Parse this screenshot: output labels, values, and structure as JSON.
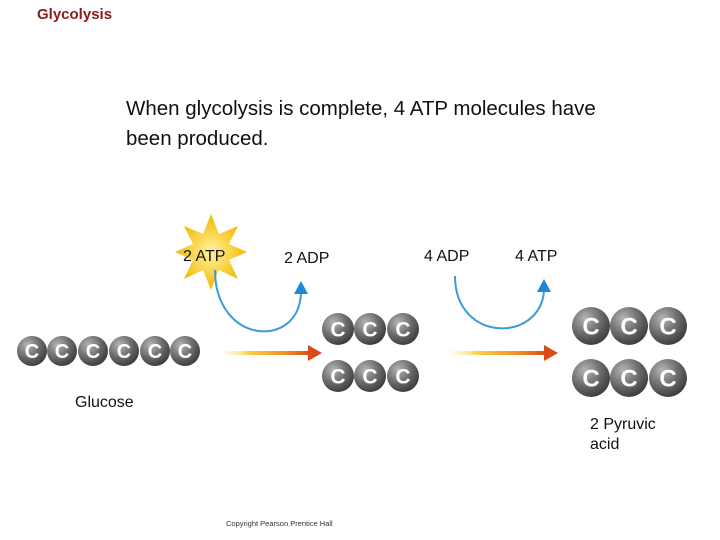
{
  "title": "Glycolysis",
  "caption": "When glycolysis is complete, 4 ATP molecules have been produced.",
  "labels": {
    "atp_in": "2 ATP",
    "adp_out": "2 ADP",
    "adp_in": "4 ADP",
    "atp_out": "4 ATP",
    "glucose": "Glucose",
    "pyruvic": "2 Pyruvic acid"
  },
  "carbon_symbol": "C",
  "copyright": "Copyright Pearson Prentice Hall",
  "colors": {
    "title": "#8b1a1a",
    "curve": "#3a9bd6",
    "arrow_head": "#d94a16",
    "carbon": "#6b6b6b",
    "star": "#f4b400"
  }
}
